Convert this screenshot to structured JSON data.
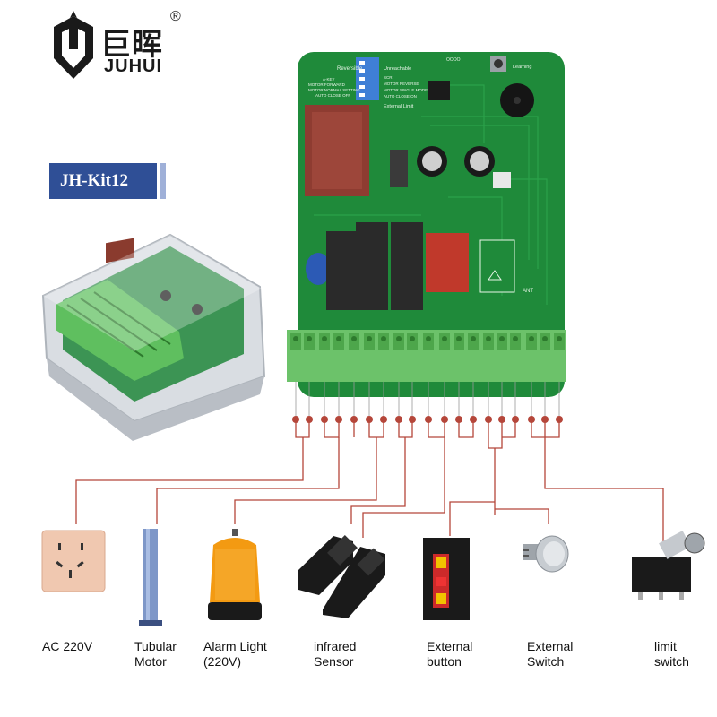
{
  "brand": {
    "name_cn": "巨晖",
    "name_en": "JUHUI",
    "registered_mark": "®"
  },
  "model_badge": "JH-Kit12",
  "board_silkscreen": {
    "switch_title": "Reversible",
    "switch_rows": [
      "A-KEY",
      "MOTOR FORWARD",
      "MOTOR NORMAL SETTING",
      "AUTO CLOSE OFF"
    ],
    "switch_rows_right": [
      "Unreachable",
      "SCR",
      "MOTOR REVERSE",
      "MOTOR SINGLE MODE",
      "AUTO CLOSE ON"
    ],
    "limit_text": "External Limit",
    "learning": "Learning",
    "ant": "ANT",
    "code_text": "OOOO"
  },
  "components": [
    {
      "id": "ac",
      "label": "AC 220V"
    },
    {
      "id": "motor",
      "label": "Tubular\nMotor"
    },
    {
      "id": "alarm",
      "label": "Alarm Light\n(220V)"
    },
    {
      "id": "infrared",
      "label": "infrared\nSensor"
    },
    {
      "id": "button",
      "label": "External\nbutton"
    },
    {
      "id": "switch",
      "label": "External\nSwitch"
    },
    {
      "id": "limit",
      "label": "limit\nswitch"
    }
  ],
  "colors": {
    "pcb": "#1f8a3a",
    "terminal": "#6cc26a",
    "wire": "#b5463a",
    "badge": "#2f4f96"
  }
}
